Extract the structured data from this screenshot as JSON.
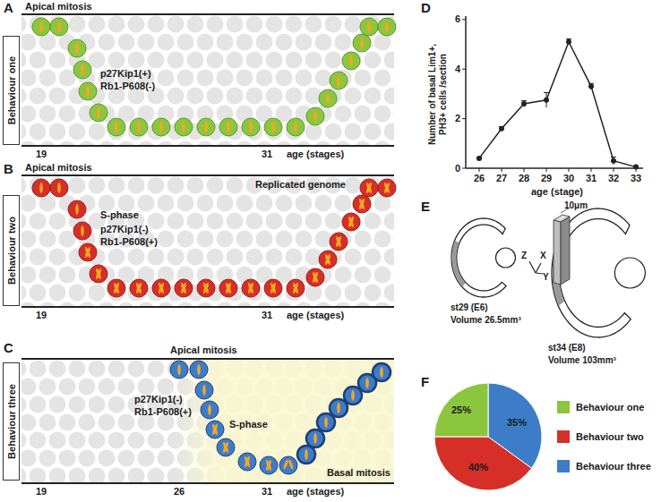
{
  "diagram": {
    "nodes": [
      {
        "text": [
          "Behaviour one"
        ]
      },
      {
        "text": [
          "Behaviour two"
        ]
      },
      {
        "text": [
          "Behaviour three"
        ]
      }
    ],
    "labels": [
      "A",
      "Apical mitosis",
      "p27Kip1(+)",
      "Rb1-P608(-)",
      "19",
      "31",
      "age (stages)",
      "B",
      "Apical mitosis",
      "Replicated genome",
      "p27Kip1(-)",
      "Rb1-P608(+)",
      "S-phase",
      "19",
      "31",
      "age (stages)",
      "C",
      "Apical mitosis",
      "p27Kip1(-)",
      "Rb1-P608(+)",
      "S-phase",
      "Basal mitosis",
      "19",
      "26",
      "31",
      "age (stages)",
      "D",
      "Number of basal Lim1+, PH3+ cells /section",
      "0",
      "2",
      "4",
      "6",
      "26",
      "27",
      "28",
      "29",
      "30",
      "31",
      "32",
      "33",
      "age (stage)",
      "E",
      "10μm",
      "Z",
      "X",
      "Y",
      "st29 (E6)",
      "Volume 26.5mm³",
      "st34 (E8)",
      "Volume 103mm³",
      "F",
      "25%",
      "40%",
      "35%"
    ],
    "legend": [
      {
        "text": "Behaviour one",
        "color": "#8cc63e"
      },
      {
        "text": "Behaviour two",
        "color": "#d62f28"
      },
      {
        "text": "Behaviour three",
        "color": "#3d7dc8"
      }
    ]
  }
}
